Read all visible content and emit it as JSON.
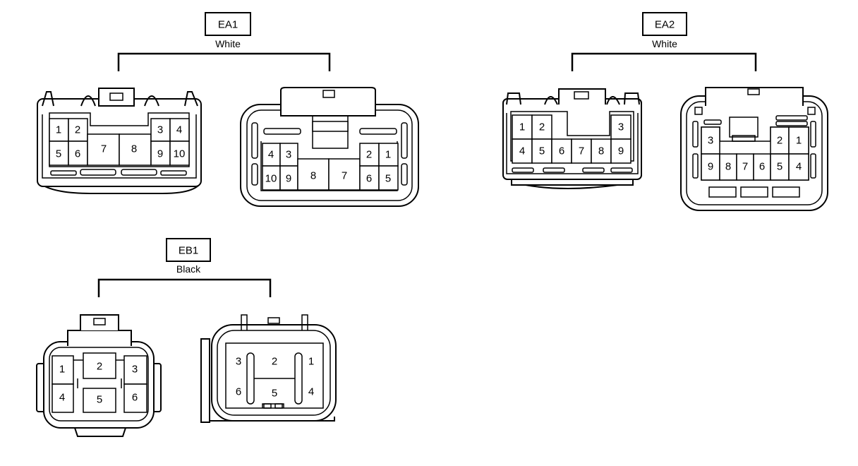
{
  "connectors": [
    {
      "code": "EA1",
      "color": "White",
      "left_pins": [
        "1",
        "2",
        "5",
        "6",
        "7",
        "8",
        "3",
        "4",
        "9",
        "10"
      ],
      "right_pins": [
        "4",
        "3",
        "2",
        "1",
        "10",
        "9",
        "8",
        "7",
        "6",
        "5"
      ]
    },
    {
      "code": "EA2",
      "color": "White",
      "left_pins": [
        "1",
        "2",
        "3",
        "4",
        "5",
        "6",
        "7",
        "8",
        "9"
      ],
      "right_pins": [
        "3",
        "2",
        "1",
        "9",
        "8",
        "7",
        "6",
        "5",
        "4"
      ]
    },
    {
      "code": "EB1",
      "color": "Black",
      "left_pins": [
        "1",
        "2",
        "3",
        "4",
        "5",
        "6"
      ],
      "right_pins": [
        "3",
        "2",
        "1",
        "6",
        "5",
        "4"
      ]
    }
  ]
}
